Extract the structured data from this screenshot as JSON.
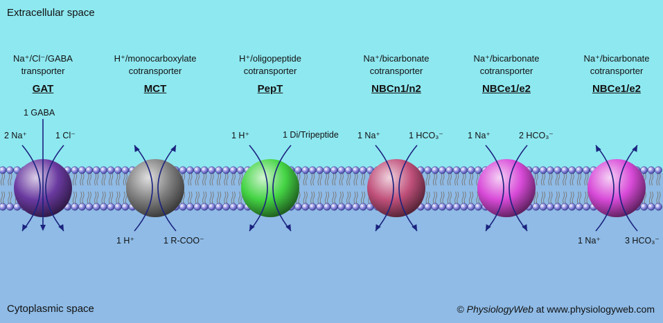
{
  "regions": {
    "top": "Extracellular space",
    "bottom": "Cytoplasmic space"
  },
  "copyright": {
    "symbol": "©",
    "brand": "PhysiologyWeb",
    "at": "at",
    "url": "www.physiologyweb.com"
  },
  "transporters": [
    {
      "name_line1": "Na⁺/Cl⁻/GABA",
      "name_line2": "transporter",
      "abbr": "GAT",
      "color": "#6a3aa0",
      "labels": {
        "top_center": "1 GABA",
        "top_left": "2 Na⁺",
        "top_right": "1 Cl⁻",
        "bottom_left": "",
        "bottom_right": ""
      }
    },
    {
      "name_line1": "H⁺/monocarboxylate",
      "name_line2": "cotransporter",
      "abbr": "MCT",
      "color": "#808080",
      "labels": {
        "top_center": "",
        "top_left": "",
        "top_right": "",
        "bottom_left": "1 H⁺",
        "bottom_right": "1 R-COO⁻"
      }
    },
    {
      "name_line1": "H⁺/oligopeptide",
      "name_line2": "cotransporter",
      "abbr": "PepT",
      "color": "#44d444",
      "labels": {
        "top_center": "",
        "top_left": "1 H⁺",
        "top_right": "1 Di/Tripeptide",
        "bottom_left": "",
        "bottom_right": ""
      }
    },
    {
      "name_line1": "Na⁺/bicarbonate",
      "name_line2": "cotransporter",
      "abbr": "NBCn1/n2",
      "color": "#c0507a",
      "labels": {
        "top_center": "",
        "top_left": "1 Na⁺",
        "top_right": "1 HCO₃⁻",
        "bottom_left": "",
        "bottom_right": ""
      }
    },
    {
      "name_line1": "Na⁺/bicarbonate",
      "name_line2": "cotransporter",
      "abbr": "NBCe1/e2",
      "color": "#d84ad8",
      "labels": {
        "top_center": "",
        "top_left": "1 Na⁺",
        "top_right": "2 HCO₃⁻",
        "bottom_left": "",
        "bottom_right": ""
      }
    },
    {
      "name_line1": "Na⁺/bicarbonate",
      "name_line2": "cotransporter",
      "abbr": "NBCe1/e2",
      "color": "#d84ad8",
      "labels": {
        "top_center": "",
        "top_left": "",
        "top_right": "",
        "bottom_left": "1 Na⁺",
        "bottom_right": "3 HCO₃⁻"
      }
    }
  ]
}
